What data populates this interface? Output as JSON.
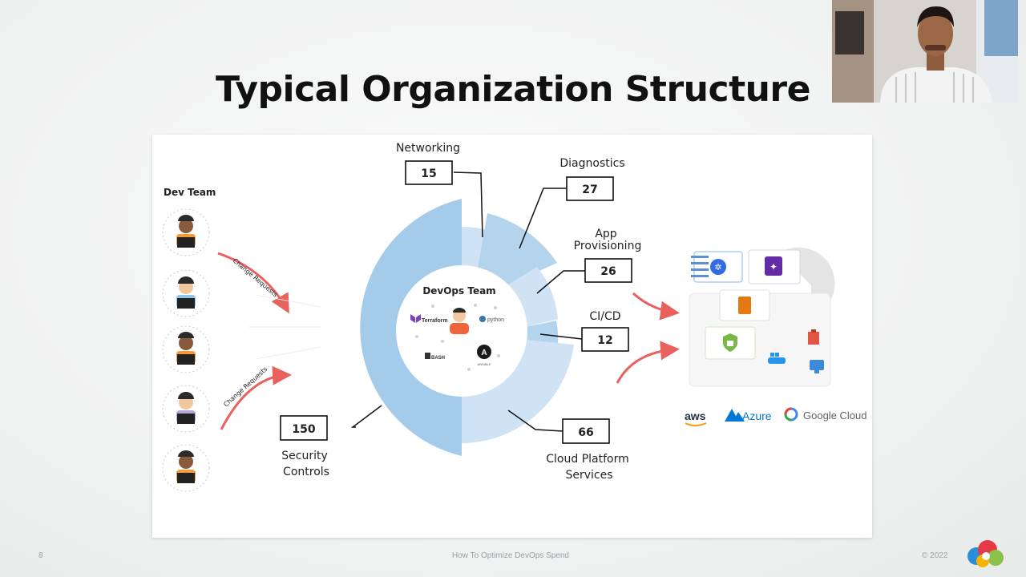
{
  "slide": {
    "title": "Typical Organization Structure",
    "dev_team_label": "Dev Team",
    "change_requests_label": "Change Requests",
    "devops_team_label": "DevOps Team",
    "tools": [
      "Terraform",
      "python",
      "BASH",
      "ANSIBLE"
    ],
    "segments": [
      {
        "name": "Networking",
        "value": "15"
      },
      {
        "name": "Diagnostics",
        "value": "27"
      },
      {
        "name_line1": "App",
        "name_line2": "Provisioning",
        "value": "26"
      },
      {
        "name": "CI/CD",
        "value": "12"
      },
      {
        "name_line1": "Cloud Platform",
        "name_line2": "Services",
        "value": "66"
      },
      {
        "name_line1": "Security",
        "name_line2": "Controls",
        "value": "150"
      }
    ],
    "providers": [
      "aws",
      "Azure",
      "Google Cloud"
    ]
  },
  "footer": {
    "page_number": "8",
    "caption": "How To Optimize DevOps Spend",
    "copyright": "© 2022"
  },
  "colors": {
    "donut_light": "#cfe3f5",
    "donut_mid": "#b4d4ee",
    "donut_dark": "#a5cbea",
    "arrow_red": "#e8615c",
    "orange": "#f39a3b"
  }
}
